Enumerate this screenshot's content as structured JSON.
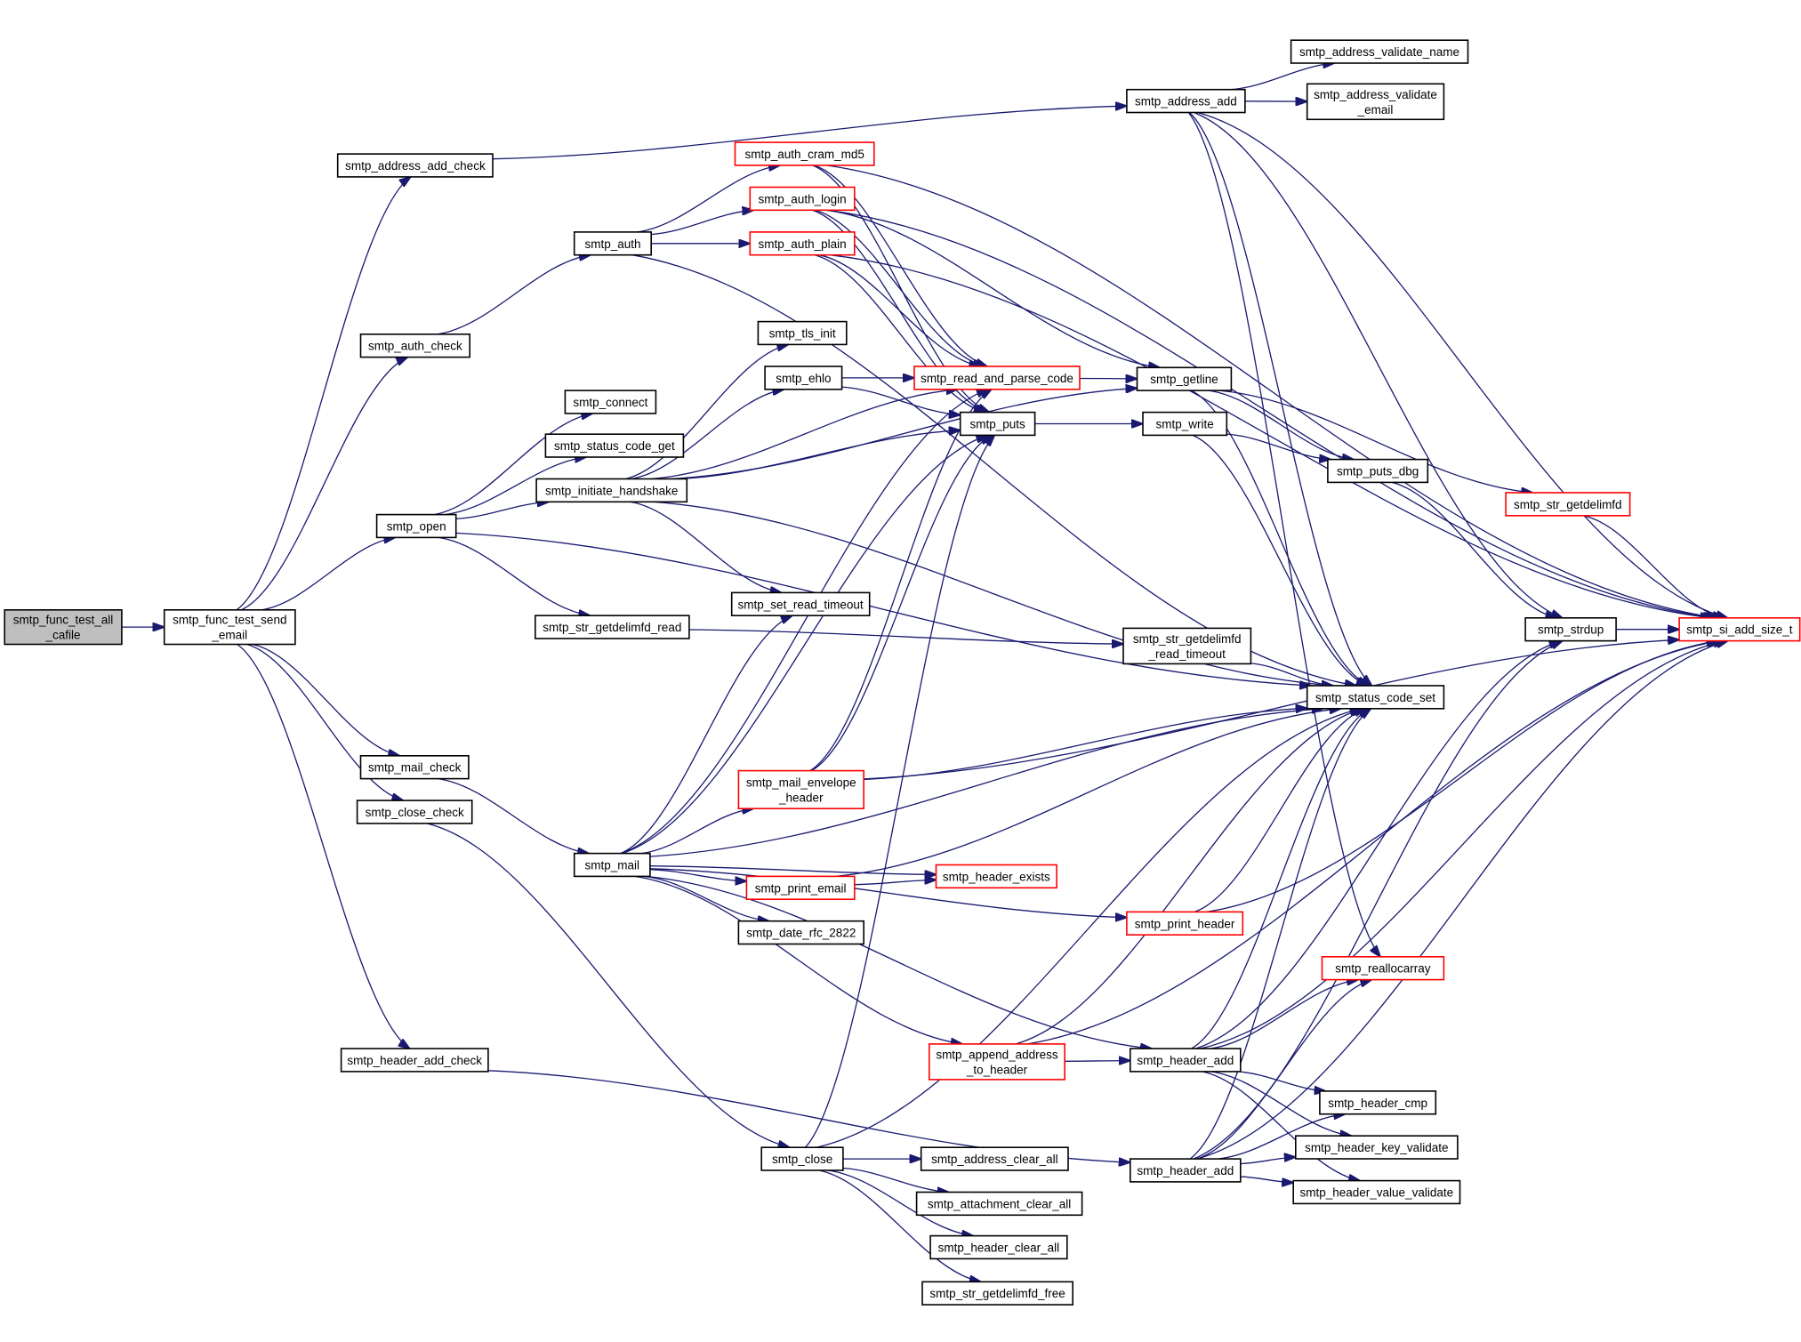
{
  "diagram": {
    "type": "call-graph",
    "colors": {
      "edge": "#191970",
      "node_border": "#000000",
      "node_border_truncated": "#ff0000",
      "root_fill": "#bfbfbf",
      "node_fill": "#ffffff"
    },
    "nodes": [
      {
        "id": "cafile",
        "lines": [
          "smtp_func_test_all",
          "_cafile"
        ],
        "style": "root"
      },
      {
        "id": "send_email",
        "lines": [
          "smtp_func_test_send",
          "_email"
        ],
        "style": "normal"
      },
      {
        "id": "address_add_check",
        "lines": [
          "smtp_address_add_check"
        ],
        "style": "normal"
      },
      {
        "id": "auth_check",
        "lines": [
          "smtp_auth_check"
        ],
        "style": "normal"
      },
      {
        "id": "open",
        "lines": [
          "smtp_open"
        ],
        "style": "normal"
      },
      {
        "id": "mail_check",
        "lines": [
          "smtp_mail_check"
        ],
        "style": "normal"
      },
      {
        "id": "close_check",
        "lines": [
          "smtp_close_check"
        ],
        "style": "normal"
      },
      {
        "id": "header_add_check",
        "lines": [
          "smtp_header_add_check"
        ],
        "style": "normal"
      },
      {
        "id": "auth",
        "lines": [
          "smtp_auth"
        ],
        "style": "normal"
      },
      {
        "id": "connect",
        "lines": [
          "smtp_connect"
        ],
        "style": "normal"
      },
      {
        "id": "status_code_get",
        "lines": [
          "smtp_status_code_get"
        ],
        "style": "normal"
      },
      {
        "id": "initiate_handshake",
        "lines": [
          "smtp_initiate_handshake"
        ],
        "style": "normal"
      },
      {
        "id": "str_getdelimfd_read",
        "lines": [
          "smtp_str_getdelimfd_read"
        ],
        "style": "normal"
      },
      {
        "id": "mail",
        "lines": [
          "smtp_mail"
        ],
        "style": "normal"
      },
      {
        "id": "close",
        "lines": [
          "smtp_close"
        ],
        "style": "normal"
      },
      {
        "id": "auth_cram_md5",
        "lines": [
          "smtp_auth_cram_md5"
        ],
        "style": "truncated"
      },
      {
        "id": "auth_login",
        "lines": [
          "smtp_auth_login"
        ],
        "style": "truncated"
      },
      {
        "id": "auth_plain",
        "lines": [
          "smtp_auth_plain"
        ],
        "style": "truncated"
      },
      {
        "id": "tls_init",
        "lines": [
          "smtp_tls_init"
        ],
        "style": "normal"
      },
      {
        "id": "ehlo",
        "lines": [
          "smtp_ehlo"
        ],
        "style": "normal"
      },
      {
        "id": "set_read_timeout",
        "lines": [
          "smtp_set_read_timeout"
        ],
        "style": "normal"
      },
      {
        "id": "mail_envelope_header",
        "lines": [
          "smtp_mail_envelope",
          "_header"
        ],
        "style": "truncated"
      },
      {
        "id": "print_email",
        "lines": [
          "smtp_print_email"
        ],
        "style": "truncated"
      },
      {
        "id": "date_rfc_2822",
        "lines": [
          "smtp_date_rfc_2822"
        ],
        "style": "normal"
      },
      {
        "id": "address_clear_all",
        "lines": [
          "smtp_address_clear_all"
        ],
        "style": "normal"
      },
      {
        "id": "attachment_clear_all",
        "lines": [
          "smtp_attachment_clear_all"
        ],
        "style": "normal"
      },
      {
        "id": "header_clear_all",
        "lines": [
          "smtp_header_clear_all"
        ],
        "style": "normal"
      },
      {
        "id": "str_getdelimfd_free",
        "lines": [
          "smtp_str_getdelimfd_free"
        ],
        "style": "normal"
      },
      {
        "id": "read_and_parse_code",
        "lines": [
          "smtp_read_and_parse_code"
        ],
        "style": "truncated"
      },
      {
        "id": "puts",
        "lines": [
          "smtp_puts"
        ],
        "style": "normal"
      },
      {
        "id": "header_exists",
        "lines": [
          "smtp_header_exists"
        ],
        "style": "truncated"
      },
      {
        "id": "print_header",
        "lines": [
          "smtp_print_header"
        ],
        "style": "truncated"
      },
      {
        "id": "append_address_to_header",
        "lines": [
          "smtp_append_address",
          "_to_header"
        ],
        "style": "truncated"
      },
      {
        "id": "address_add",
        "lines": [
          "smtp_address_add"
        ],
        "style": "normal"
      },
      {
        "id": "getline",
        "lines": [
          "smtp_getline"
        ],
        "style": "normal"
      },
      {
        "id": "write",
        "lines": [
          "smtp_write"
        ],
        "style": "normal"
      },
      {
        "id": "str_getdelimfd_read_timeout",
        "lines": [
          "smtp_str_getdelimfd",
          "_read_timeout"
        ],
        "style": "normal"
      },
      {
        "id": "status_code_set",
        "lines": [
          "smtp_status_code_set"
        ],
        "style": "normal"
      },
      {
        "id": "header_add_1",
        "lines": [
          "smtp_header_add"
        ],
        "style": "normal"
      },
      {
        "id": "header_add_2",
        "lines": [
          "smtp_header_add"
        ],
        "style": "normal"
      },
      {
        "id": "address_validate_name",
        "lines": [
          "smtp_address_validate_name"
        ],
        "style": "normal"
      },
      {
        "id": "address_validate_email",
        "lines": [
          "smtp_address_validate",
          "_email"
        ],
        "style": "normal"
      },
      {
        "id": "puts_dbg",
        "lines": [
          "smtp_puts_dbg"
        ],
        "style": "normal"
      },
      {
        "id": "reallocarray",
        "lines": [
          "smtp_reallocarray"
        ],
        "style": "truncated"
      },
      {
        "id": "header_cmp",
        "lines": [
          "smtp_header_cmp"
        ],
        "style": "normal"
      },
      {
        "id": "header_key_validate",
        "lines": [
          "smtp_header_key_validate"
        ],
        "style": "normal"
      },
      {
        "id": "header_value_validate",
        "lines": [
          "smtp_header_value_validate"
        ],
        "style": "normal"
      },
      {
        "id": "str_getdelimfd",
        "lines": [
          "smtp_str_getdelimfd"
        ],
        "style": "truncated"
      },
      {
        "id": "strdup",
        "lines": [
          "smtp_strdup"
        ],
        "style": "normal"
      },
      {
        "id": "si_add_size_t",
        "lines": [
          "smtp_si_add_size_t"
        ],
        "style": "truncated"
      }
    ],
    "edges": [
      [
        "cafile",
        "send_email"
      ],
      [
        "send_email",
        "address_add_check"
      ],
      [
        "send_email",
        "auth_check"
      ],
      [
        "send_email",
        "open"
      ],
      [
        "send_email",
        "mail_check"
      ],
      [
        "send_email",
        "close_check"
      ],
      [
        "send_email",
        "header_add_check"
      ],
      [
        "address_add_check",
        "address_add"
      ],
      [
        "auth_check",
        "auth"
      ],
      [
        "open",
        "connect"
      ],
      [
        "open",
        "status_code_get"
      ],
      [
        "open",
        "initiate_handshake"
      ],
      [
        "open",
        "str_getdelimfd_read"
      ],
      [
        "open",
        "status_code_set"
      ],
      [
        "mail_check",
        "mail"
      ],
      [
        "close_check",
        "close"
      ],
      [
        "header_add_check",
        "header_add_2"
      ],
      [
        "auth",
        "auth_cram_md5"
      ],
      [
        "auth",
        "auth_login"
      ],
      [
        "auth",
        "auth_plain"
      ],
      [
        "auth",
        "status_code_set"
      ],
      [
        "initiate_handshake",
        "tls_init"
      ],
      [
        "initiate_handshake",
        "ehlo"
      ],
      [
        "initiate_handshake",
        "read_and_parse_code"
      ],
      [
        "initiate_handshake",
        "puts"
      ],
      [
        "initiate_handshake",
        "getline"
      ],
      [
        "initiate_handshake",
        "set_read_timeout"
      ],
      [
        "initiate_handshake",
        "status_code_set"
      ],
      [
        "str_getdelimfd_read",
        "str_getdelimfd_read_timeout"
      ],
      [
        "mail",
        "set_read_timeout"
      ],
      [
        "mail",
        "read_and_parse_code"
      ],
      [
        "mail",
        "puts"
      ],
      [
        "mail",
        "mail_envelope_header"
      ],
      [
        "mail",
        "status_code_set"
      ],
      [
        "mail",
        "print_email"
      ],
      [
        "mail",
        "header_exists"
      ],
      [
        "mail",
        "date_rfc_2822"
      ],
      [
        "mail",
        "print_header"
      ],
      [
        "mail",
        "append_address_to_header"
      ],
      [
        "mail",
        "header_add_1"
      ],
      [
        "close",
        "puts"
      ],
      [
        "close",
        "status_code_set"
      ],
      [
        "close",
        "address_clear_all"
      ],
      [
        "close",
        "attachment_clear_all"
      ],
      [
        "close",
        "header_clear_all"
      ],
      [
        "close",
        "str_getdelimfd_free"
      ],
      [
        "auth_cram_md5",
        "read_and_parse_code"
      ],
      [
        "auth_cram_md5",
        "puts"
      ],
      [
        "auth_cram_md5",
        "si_add_size_t"
      ],
      [
        "auth_login",
        "read_and_parse_code"
      ],
      [
        "auth_login",
        "puts"
      ],
      [
        "auth_login",
        "getline"
      ],
      [
        "auth_login",
        "si_add_size_t"
      ],
      [
        "auth_plain",
        "read_and_parse_code"
      ],
      [
        "auth_plain",
        "puts"
      ],
      [
        "auth_plain",
        "si_add_size_t"
      ],
      [
        "ehlo",
        "read_and_parse_code"
      ],
      [
        "ehlo",
        "puts"
      ],
      [
        "mail_envelope_header",
        "read_and_parse_code"
      ],
      [
        "mail_envelope_header",
        "puts"
      ],
      [
        "mail_envelope_header",
        "status_code_set"
      ],
      [
        "mail_envelope_header",
        "si_add_size_t"
      ],
      [
        "print_email",
        "header_exists"
      ],
      [
        "print_email",
        "status_code_set"
      ],
      [
        "print_header",
        "status_code_set"
      ],
      [
        "print_header",
        "si_add_size_t"
      ],
      [
        "append_address_to_header",
        "header_add_1"
      ],
      [
        "append_address_to_header",
        "status_code_set"
      ],
      [
        "append_address_to_header",
        "si_add_size_t"
      ],
      [
        "read_and_parse_code",
        "getline"
      ],
      [
        "puts",
        "write"
      ],
      [
        "address_add",
        "address_validate_name"
      ],
      [
        "address_add",
        "address_validate_email"
      ],
      [
        "address_add",
        "si_add_size_t"
      ],
      [
        "address_add",
        "strdup"
      ],
      [
        "address_add",
        "reallocarray"
      ],
      [
        "address_add",
        "status_code_set"
      ],
      [
        "getline",
        "puts_dbg"
      ],
      [
        "getline",
        "str_getdelimfd"
      ],
      [
        "getline",
        "status_code_set"
      ],
      [
        "write",
        "puts_dbg"
      ],
      [
        "write",
        "status_code_set"
      ],
      [
        "str_getdelimfd_read_timeout",
        "status_code_set"
      ],
      [
        "puts_dbg",
        "strdup"
      ],
      [
        "str_getdelimfd",
        "si_add_size_t"
      ],
      [
        "strdup",
        "si_add_size_t"
      ],
      [
        "header_add_1",
        "status_code_set"
      ],
      [
        "header_add_1",
        "reallocarray"
      ],
      [
        "header_add_1",
        "strdup"
      ],
      [
        "header_add_1",
        "si_add_size_t"
      ],
      [
        "header_add_1",
        "header_cmp"
      ],
      [
        "header_add_1",
        "header_key_validate"
      ],
      [
        "header_add_1",
        "header_value_validate"
      ],
      [
        "header_add_2",
        "status_code_set"
      ],
      [
        "header_add_2",
        "reallocarray"
      ],
      [
        "header_add_2",
        "header_cmp"
      ],
      [
        "header_add_2",
        "header_key_validate"
      ],
      [
        "header_add_2",
        "header_value_validate"
      ],
      [
        "header_add_2",
        "strdup"
      ],
      [
        "header_add_2",
        "si_add_size_t"
      ]
    ]
  }
}
